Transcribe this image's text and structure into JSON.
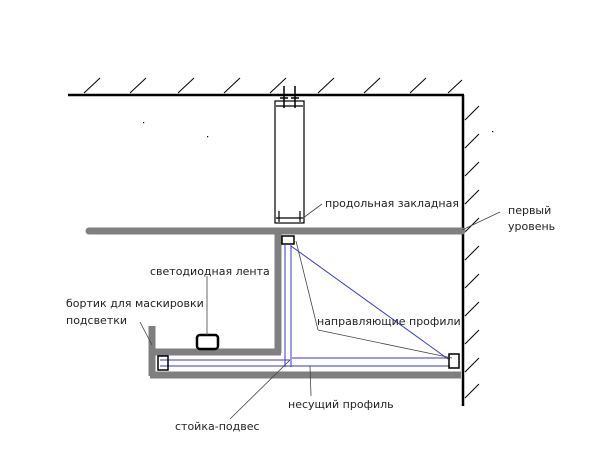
{
  "labels": {
    "longitudinal_embed": "продольная закладная",
    "first_level_line1": "первый",
    "first_level_line2": "уровень",
    "led_strip": "светодиодная лента",
    "masking_rim_line1": "бортик для маскировки",
    "masking_rim_line2": "подсветки",
    "guide_profiles": "направляющие профили",
    "bearing_profile": "несущий профиль",
    "hanger_post": "стойка-подвес"
  },
  "colors": {
    "structure": "#000000",
    "drywall": "#7f7f7f",
    "profile": "#3a3acc",
    "leader": "#444444",
    "text": "#222222"
  }
}
